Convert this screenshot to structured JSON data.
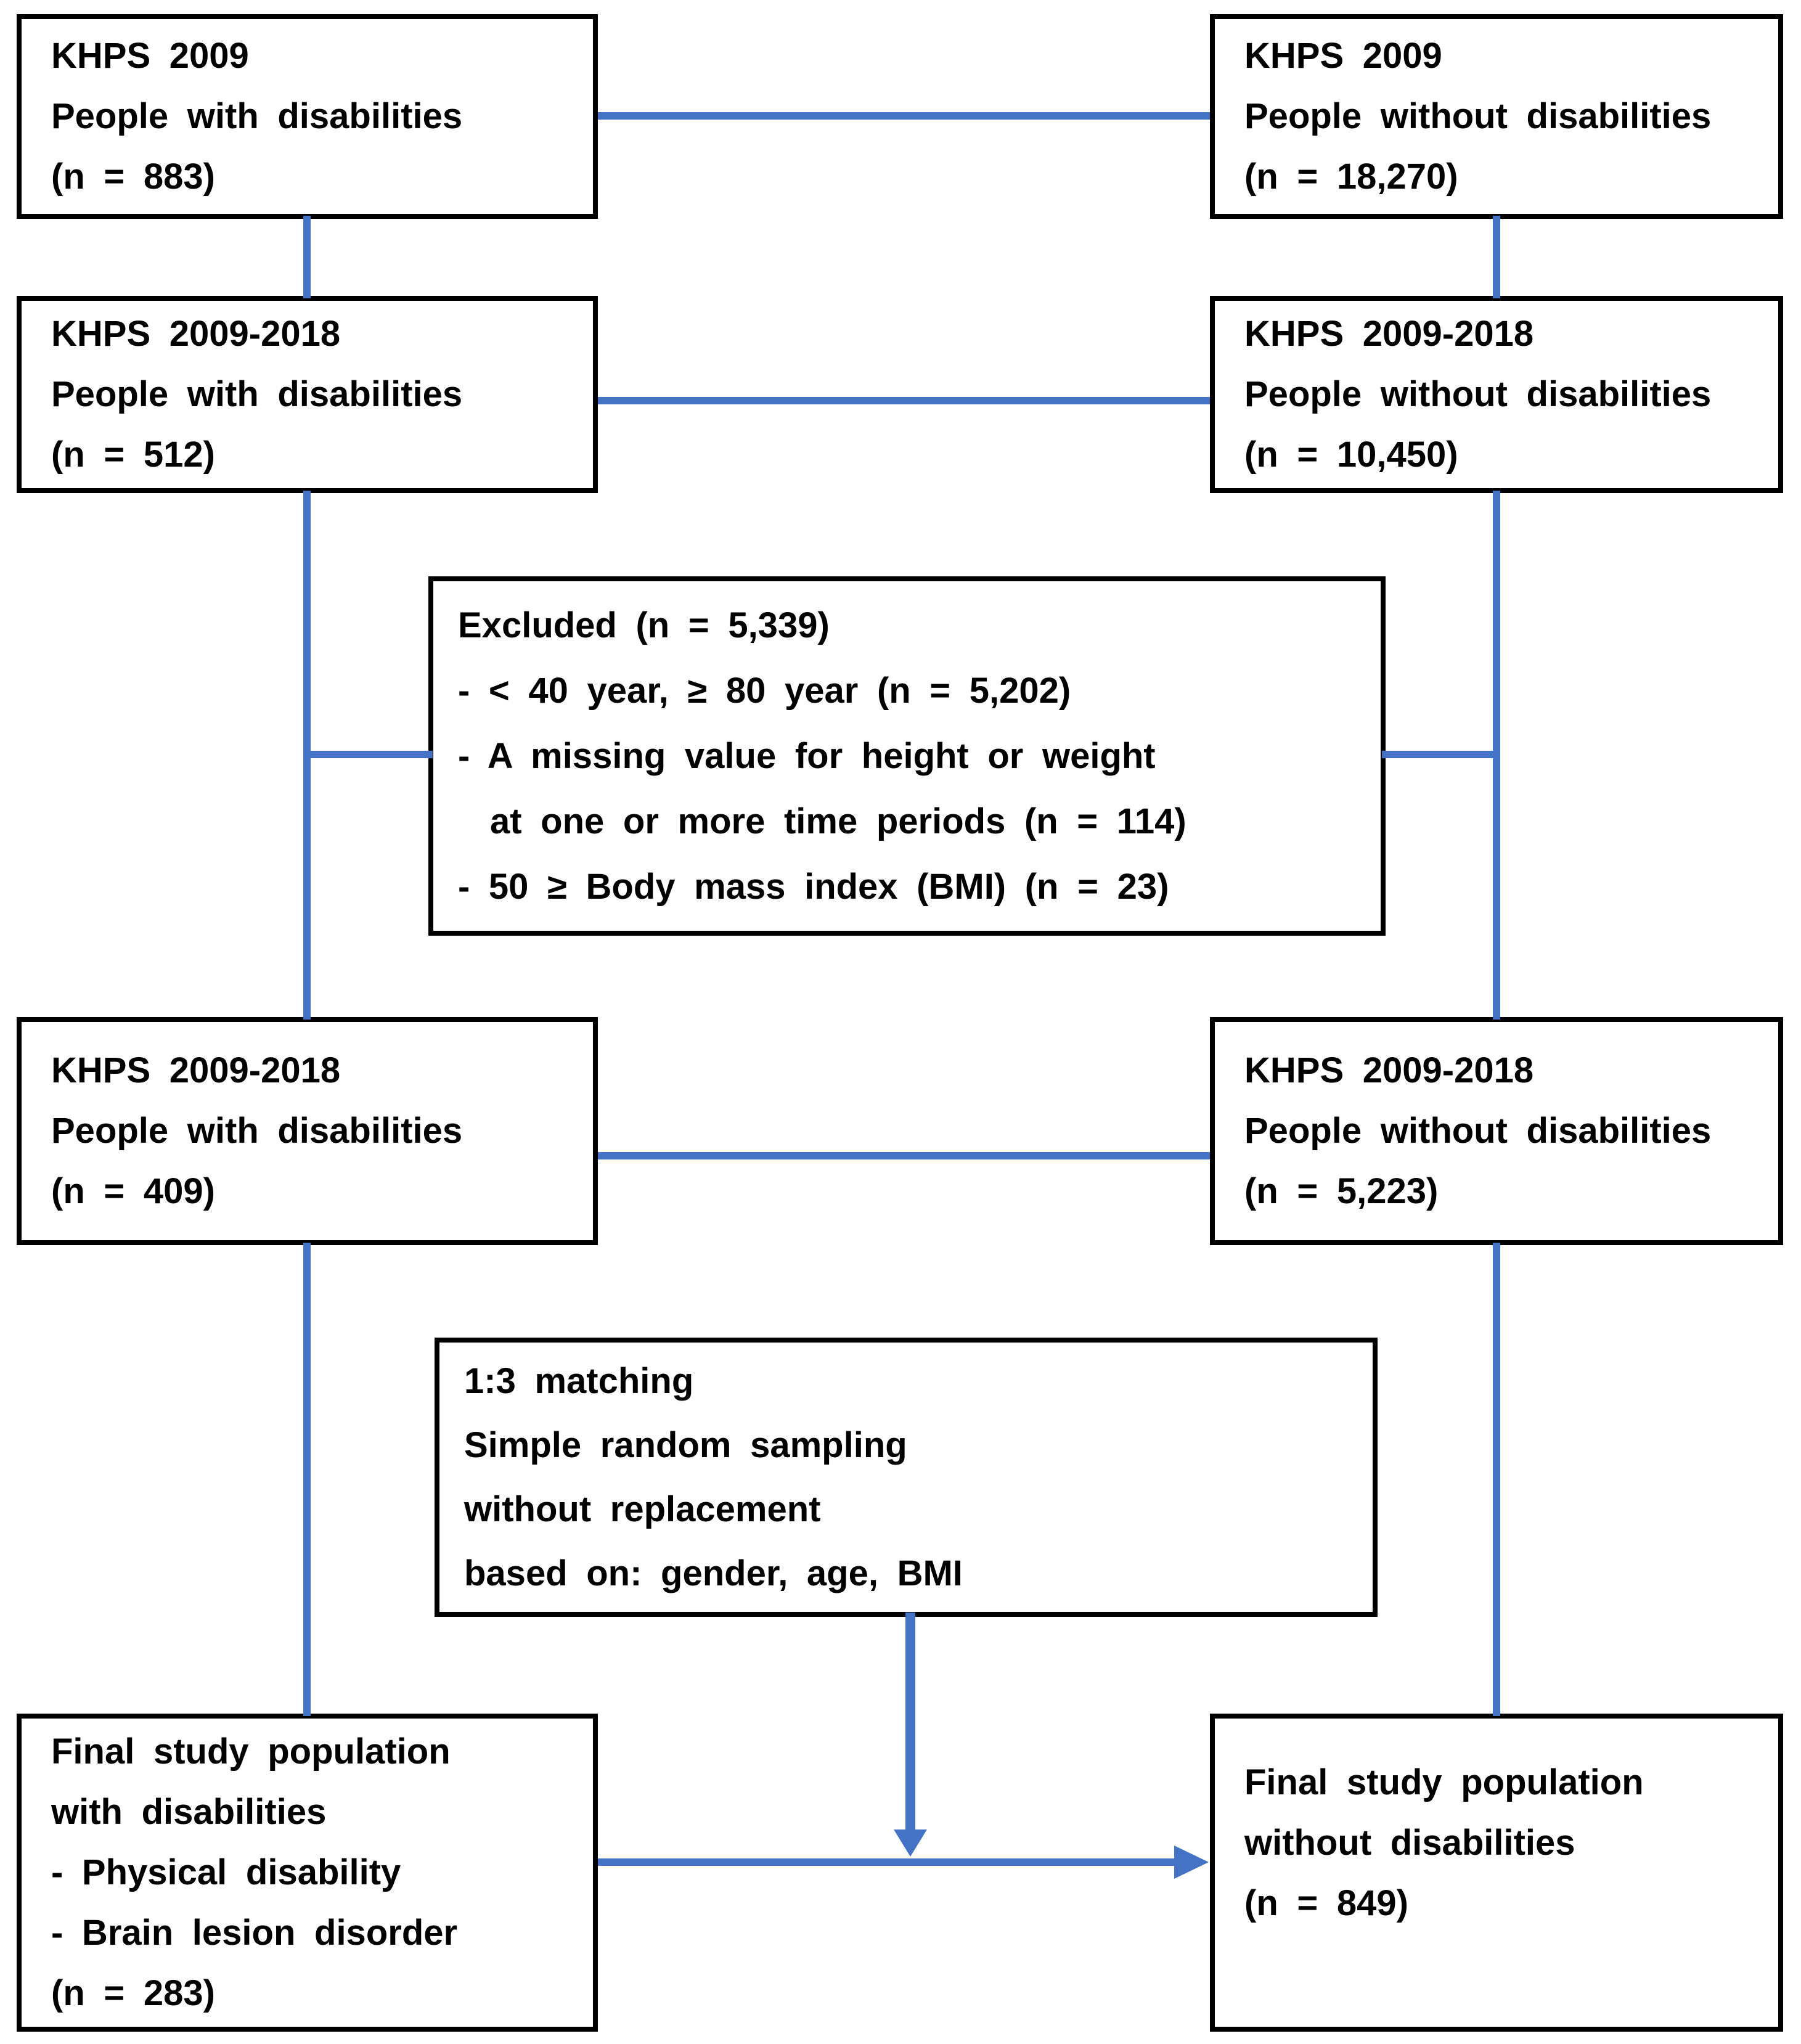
{
  "colors": {
    "connector": "#4472C4",
    "box_border": "#000000",
    "text": "#000000",
    "background": "#FFFFFF"
  },
  "boxes": {
    "r1_left": {
      "lines": [
        "KHPS 2009",
        "People with disabilities",
        "(n = 883)"
      ]
    },
    "r1_right": {
      "lines": [
        "KHPS 2009",
        "People without disabilities",
        "(n = 18,270)"
      ]
    },
    "r2_left": {
      "lines": [
        "KHPS 2009-2018",
        "People with disabilities",
        "(n = 512)"
      ]
    },
    "r2_right": {
      "lines": [
        "KHPS 2009-2018",
        "People without disabilities",
        "(n = 10,450)"
      ]
    },
    "excluded": {
      "lines": [
        "Excluded (n = 5,339)",
        "- < 40 year, ≥ 80 year (n = 5,202)",
        "- A missing value for height or weight",
        "at one or more time periods (n = 114)",
        "- 50 ≥ Body mass index (BMI) (n = 23)"
      ]
    },
    "r3_left": {
      "lines": [
        "KHPS 2009-2018",
        "People with disabilities",
        "(n = 409)"
      ]
    },
    "r3_right": {
      "lines": [
        "KHPS 2009-2018",
        "People without disabilities",
        "(n = 5,223)"
      ]
    },
    "matching": {
      "lines": [
        "1:3 matching",
        "Simple random sampling",
        "without replacement",
        "based on: gender, age, BMI"
      ]
    },
    "final_left": {
      "lines": [
        "Final study population",
        "with disabilities",
        "- Physical disability",
        "- Brain lesion disorder",
        "(n = 283)"
      ]
    },
    "final_right": {
      "lines": [
        "Final study population",
        "without disabilities",
        "(n = 849)"
      ]
    }
  }
}
